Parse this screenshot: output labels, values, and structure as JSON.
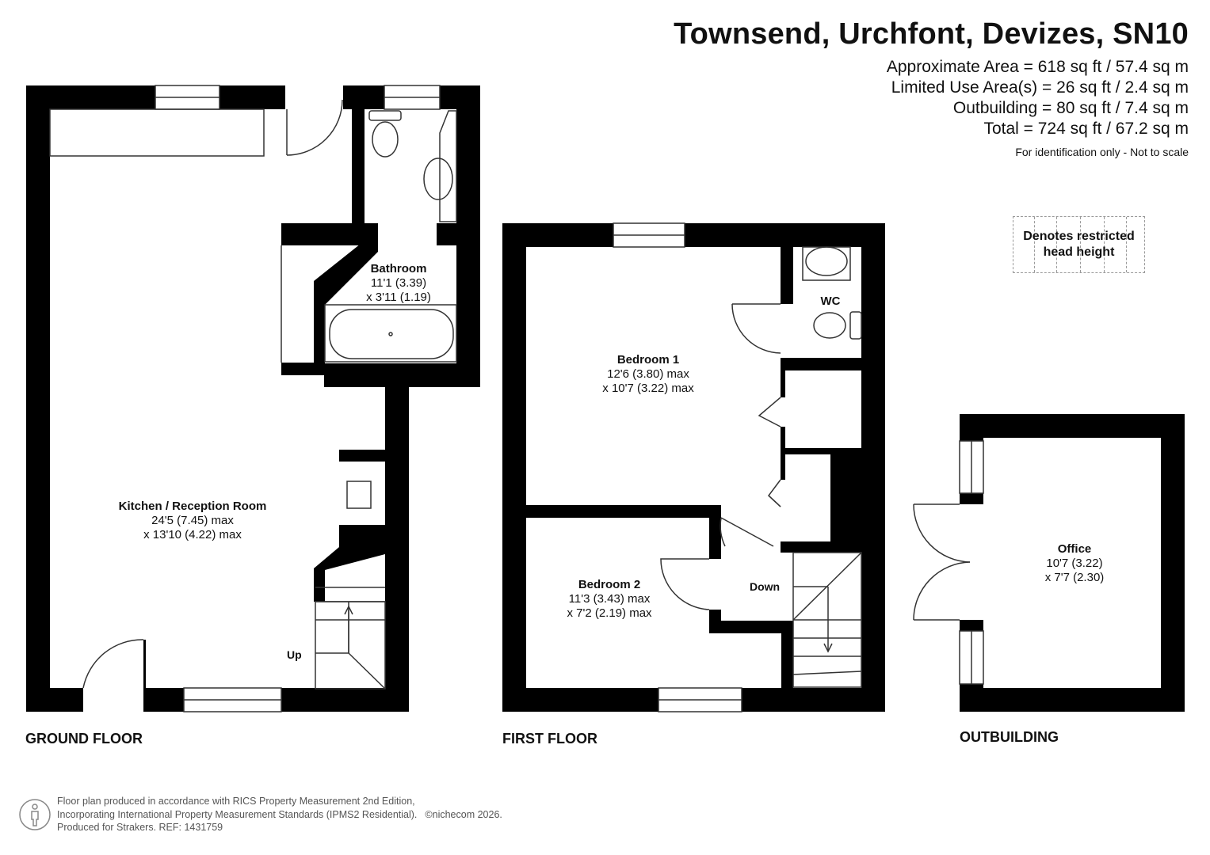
{
  "header": {
    "title": "Townsend, Urchfont, Devizes, SN10",
    "approx_area": "Approximate Area = 618 sq ft / 57.4 sq m",
    "limited_use": "Limited Use Area(s) = 26 sq ft / 2.4 sq m",
    "outbuilding": "Outbuilding = 80 sq ft / 7.4 sq m",
    "total": "Total = 724 sq ft / 67.2 sq m",
    "disclaimer": "For identification only - Not to scale"
  },
  "legend": {
    "restricted_line1": "Denotes restricted",
    "restricted_line2": "head height"
  },
  "floors": {
    "ground": "GROUND FLOOR",
    "first": "FIRST FLOOR",
    "outbuilding": "OUTBUILDING"
  },
  "rooms": {
    "kitchen": {
      "name": "Kitchen / Reception Room",
      "dim1": "24'5 (7.45) max",
      "dim2": "x 13'10 (4.22) max"
    },
    "bathroom": {
      "name": "Bathroom",
      "dim1": "11'1 (3.39)",
      "dim2": "x 3'11 (1.19)"
    },
    "bedroom1": {
      "name": "Bedroom 1",
      "dim1": "12'6 (3.80) max",
      "dim2": "x 10'7 (3.22) max"
    },
    "bedroom2": {
      "name": "Bedroom 2",
      "dim1": "11'3 (3.43) max",
      "dim2": "x 7'2 (2.19) max"
    },
    "wc": {
      "name": "WC"
    },
    "office": {
      "name": "Office",
      "dim1": "10'7 (3.22)",
      "dim2": "x 7'7 (2.30)"
    }
  },
  "stairs": {
    "up": "Up",
    "down": "Down"
  },
  "footer": {
    "line1": "Floor plan produced in accordance with RICS Property Measurement 2nd Edition,",
    "line2": "Incorporating International Property Measurement Standards (IPMS2 Residential).",
    "copyright": "©nichecom 2026.",
    "line3": "Produced for Strakers.   REF: 1431759"
  },
  "colors": {
    "wall": "#000000",
    "fixture": "#555555",
    "restricted_border": "#9a9a9a"
  },
  "icons": {
    "footer_logo": "person-silhouette-icon"
  }
}
